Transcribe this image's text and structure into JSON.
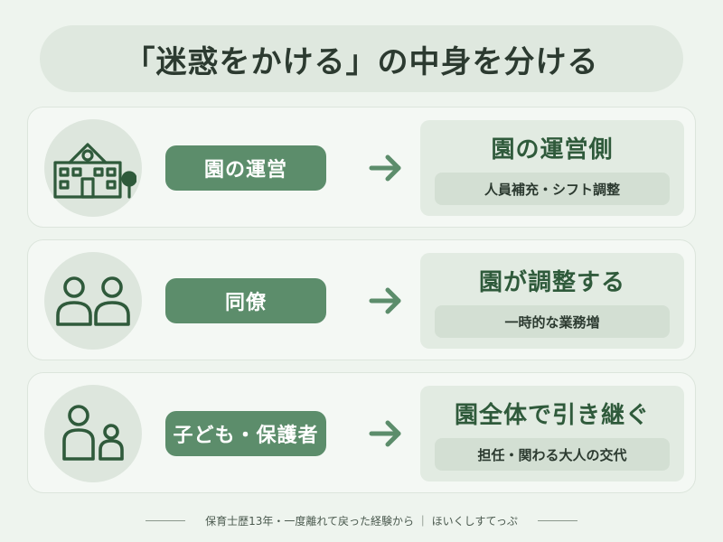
{
  "title": "「迷惑をかける」の中身を分ける",
  "rows": [
    {
      "icon": "school-building-icon",
      "label": "園の運営",
      "result_title": "園の運営側",
      "result_sub": "人員補充・シフト調整"
    },
    {
      "icon": "two-people-icon",
      "label": "同僚",
      "result_title": "園が調整する",
      "result_sub": "一時的な業務増"
    },
    {
      "icon": "adult-child-icon",
      "label": "子ども・保護者",
      "result_title": "園全体で引き継ぐ",
      "result_sub": "担任・関わる大人の交代"
    }
  ],
  "footer": "保育士歴13年・一度離れて戻った経験から ｜ ほいくしすてっぷ",
  "colors": {
    "accent": "#5c8d6b",
    "dark_green": "#2f5a3b",
    "icon_stroke": "#2f5a3b",
    "arrow": "#5c8d6b"
  }
}
